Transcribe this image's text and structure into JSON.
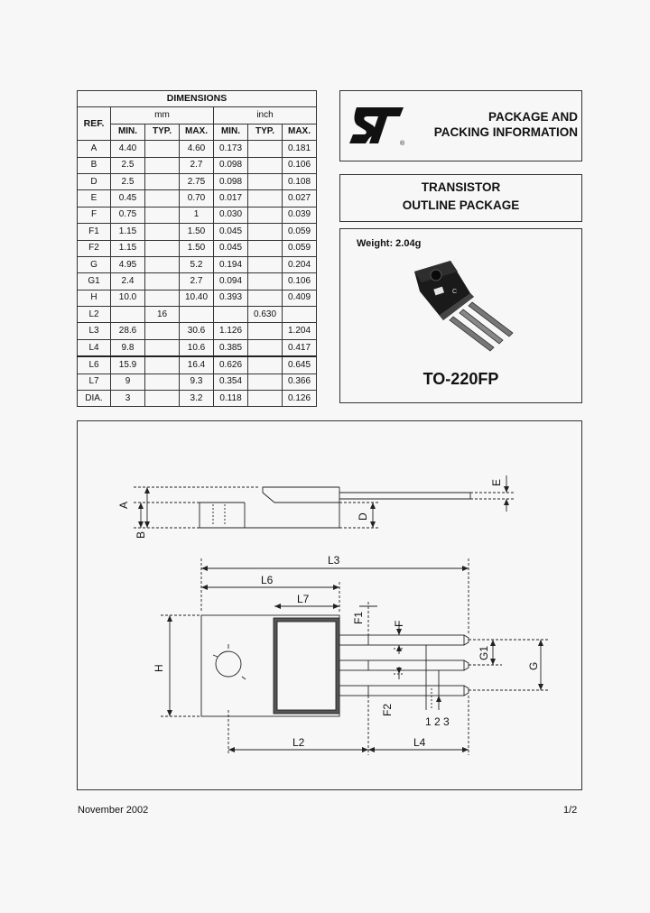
{
  "table": {
    "title": "DIMENSIONS",
    "ref_label": "REF.",
    "unit_mm": "mm",
    "unit_inch": "inch",
    "sub_headers": [
      "MIN.",
      "TYP.",
      "MAX.",
      "MIN.",
      "TYP.",
      "MAX."
    ],
    "rows": [
      [
        "A",
        "4.40",
        "",
        "4.60",
        "0.173",
        "",
        "0.181"
      ],
      [
        "B",
        "2.5",
        "",
        "2.7",
        "0.098",
        "",
        "0.106"
      ],
      [
        "D",
        "2.5",
        "",
        "2.75",
        "0.098",
        "",
        "0.108"
      ],
      [
        "E",
        "0.45",
        "",
        "0.70",
        "0.017",
        "",
        "0.027"
      ],
      [
        "F",
        "0.75",
        "",
        "1",
        "0.030",
        "",
        "0.039"
      ],
      [
        "F1",
        "1.15",
        "",
        "1.50",
        "0.045",
        "",
        "0.059"
      ],
      [
        "F2",
        "1.15",
        "",
        "1.50",
        "0.045",
        "",
        "0.059"
      ],
      [
        "G",
        "4.95",
        "",
        "5.2",
        "0.194",
        "",
        "0.204"
      ],
      [
        "G1",
        "2.4",
        "",
        "2.7",
        "0.094",
        "",
        "0.106"
      ],
      [
        "H",
        "10.0",
        "",
        "10.40",
        "0.393",
        "",
        "0.409"
      ],
      [
        "L2",
        "",
        "16",
        "",
        "",
        "0.630",
        ""
      ],
      [
        "L3",
        "28.6",
        "",
        "30.6",
        "1.126",
        "",
        "1.204"
      ],
      [
        "L4",
        "9.8",
        "",
        "10.6",
        "0.385",
        "",
        "0.417"
      ],
      [
        "L6",
        "15.9",
        "",
        "16.4",
        "0.626",
        "",
        "0.645"
      ],
      [
        "L7",
        "9",
        "",
        "9.3",
        "0.354",
        "",
        "0.366"
      ],
      [
        "DIA.",
        "3",
        "",
        "3.2",
        "0.118",
        "",
        "0.126"
      ]
    ]
  },
  "header": {
    "line1": "PACKAGE AND",
    "line2": "PACKING INFORMATION"
  },
  "outline": {
    "line1": "TRANSISTOR",
    "line2": "OUTLINE PACKAGE"
  },
  "package": {
    "weight": "Weight: 2.04g",
    "name": "TO-220FP"
  },
  "drawing_labels": {
    "A": "A",
    "B": "B",
    "D": "D",
    "E": "E",
    "L3": "L3",
    "L6": "L6",
    "L7": "L7",
    "H": "H",
    "F1": "F1",
    "F": "F",
    "G1": "G1",
    "G": "G",
    "F2": "F2",
    "pins": "1 2 3",
    "L2": "L2",
    "L4": "L4"
  },
  "footer": {
    "date": "November 2002",
    "page": "1/2"
  }
}
